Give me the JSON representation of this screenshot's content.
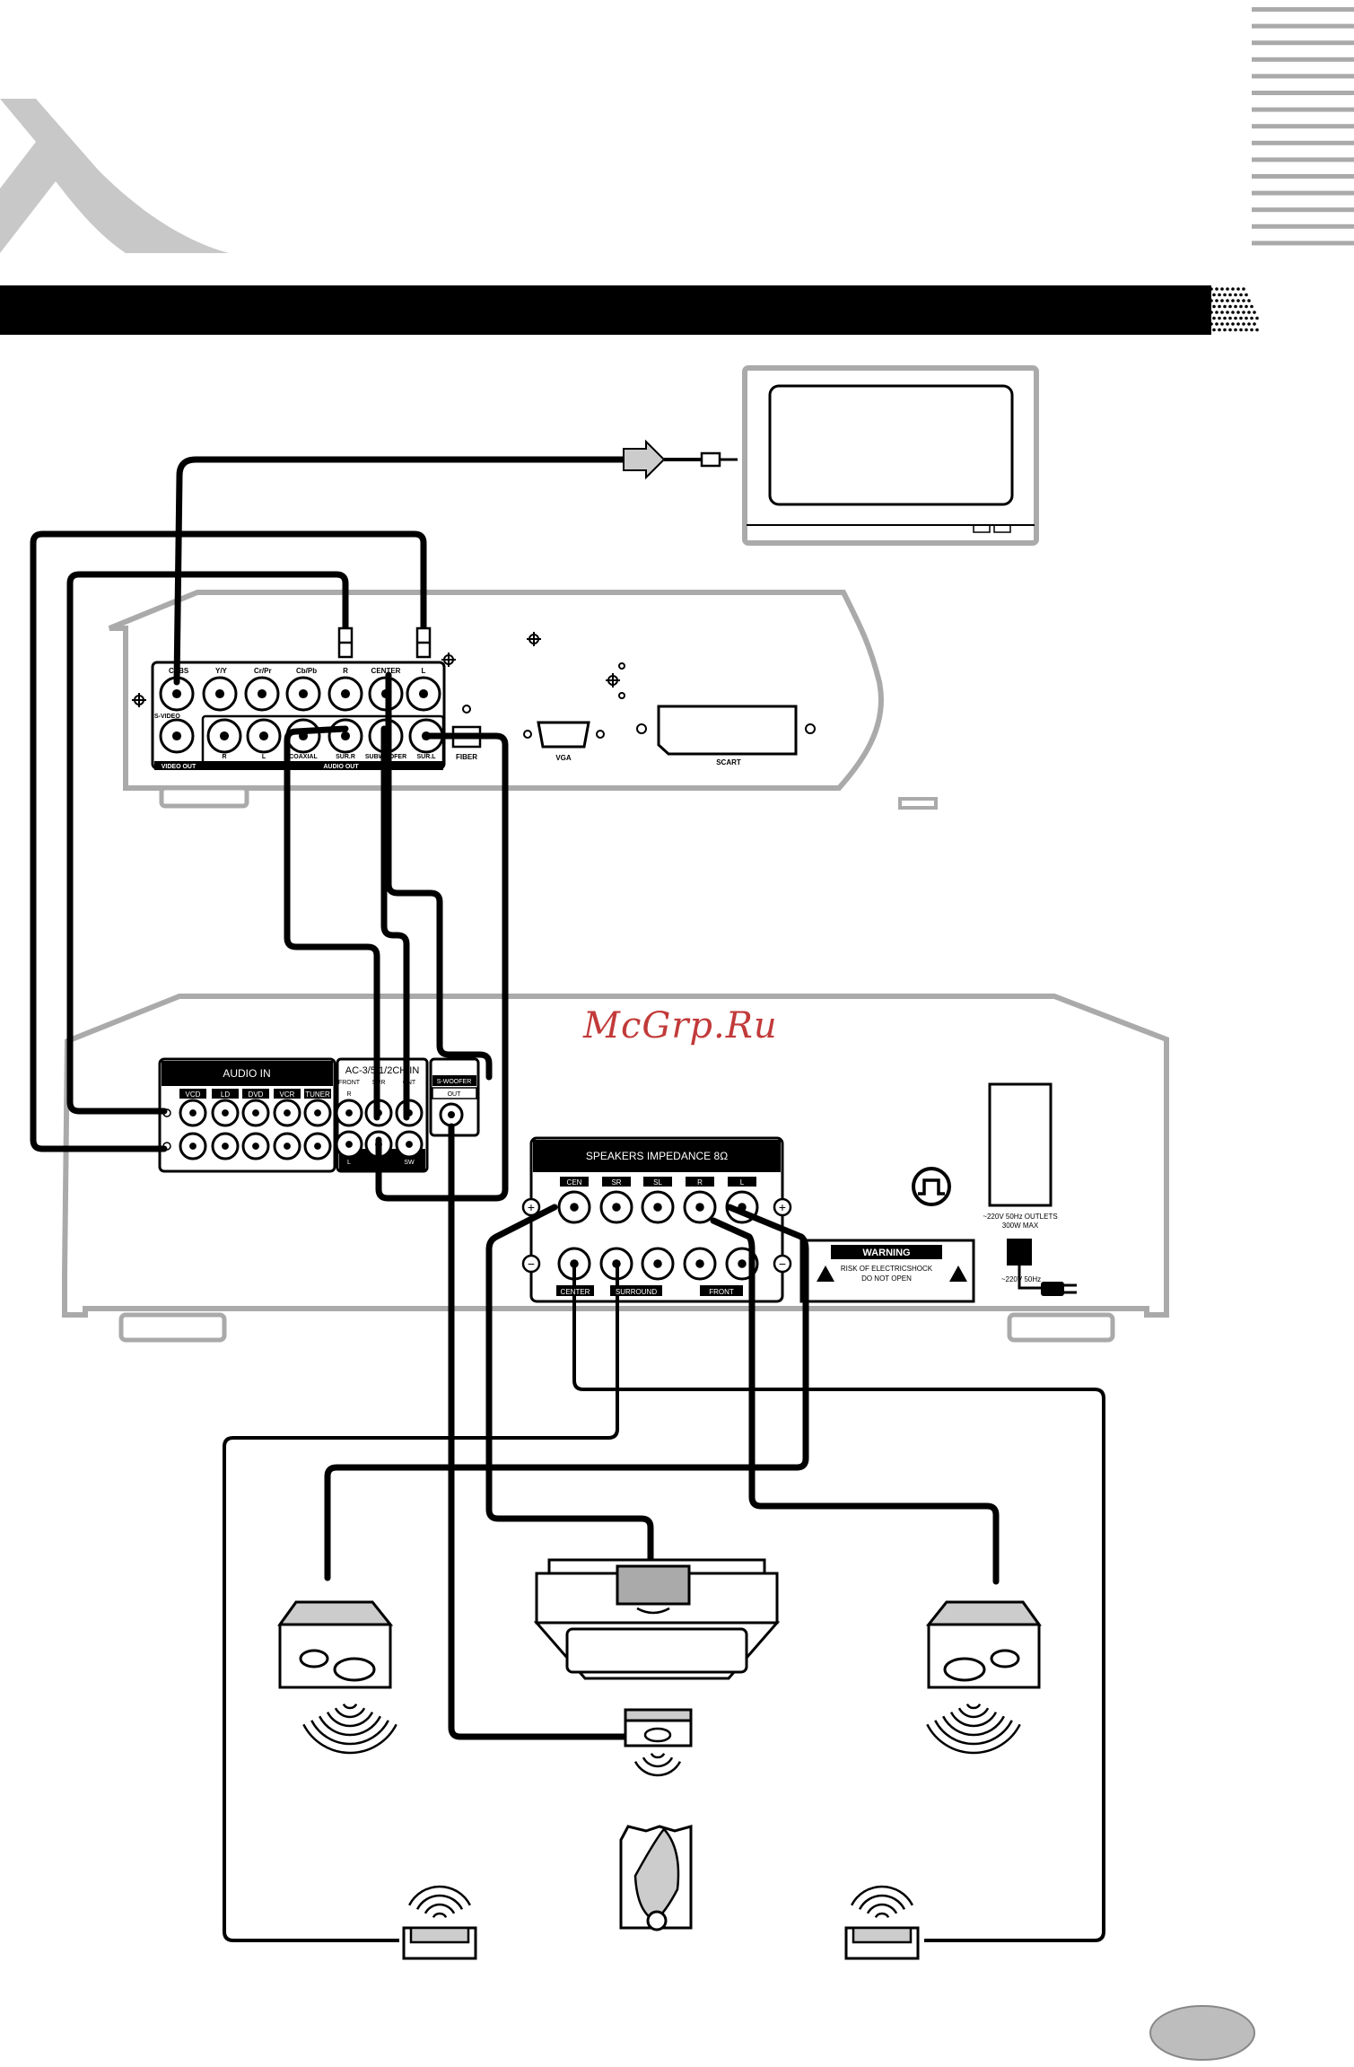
{
  "watermark": "McGrp.Ru",
  "dvd_player": {
    "video_jacks": [
      "CVBS",
      "Y/Y",
      "Cr/Pr",
      "Cb/Pb"
    ],
    "svideo": "S-VIDEO",
    "video_out": "VIDEO OUT",
    "audio_top": [
      "R",
      "CENTER",
      "L"
    ],
    "audio_bottom": [
      "R",
      "L",
      "COAXIAL",
      "SUR.R",
      "SUBWOOFER",
      "SUR.L"
    ],
    "audio_out": "AUDIO    OUT",
    "fiber": "FIBER",
    "vga": "VGA",
    "scart": "SCART"
  },
  "amplifier": {
    "audio_in": "AUDIO IN",
    "sources": [
      "VCD",
      "LD",
      "DVD",
      "VCR",
      "TUNER"
    ],
    "ac3_title": "AC-3/5.1/2CH IN",
    "ac3_cols": [
      "FRONT",
      "SUR",
      "CNT"
    ],
    "ac3_r": "R",
    "ac3_l": "L",
    "ac3_sw": "SW",
    "subwoofer": "S-WOOFER",
    "out": "OUT",
    "speakers_title": "SPEAKERS IMPEDANCE 8Ω",
    "speaker_channels": [
      "CEN",
      "SR",
      "SL",
      "R",
      "L"
    ],
    "speaker_groups": [
      "CENTER",
      "SURROUND",
      "FRONT"
    ],
    "outlets_line1": "~220V 50Hz OUTLETS",
    "outlets_line2": "300W MAX",
    "warning_title": "WARNING",
    "warning_line1": "RISK OF ELECTRICSHOCK",
    "warning_line2": "DO NOT OPEN",
    "power": "~220V 50Hz"
  },
  "colors": {
    "cable": "#000000",
    "device_outline": "#aaaaaa",
    "logo": "#c8c8c8",
    "page_badge": "#bdbdbd",
    "watermark": "#c23a3a"
  }
}
